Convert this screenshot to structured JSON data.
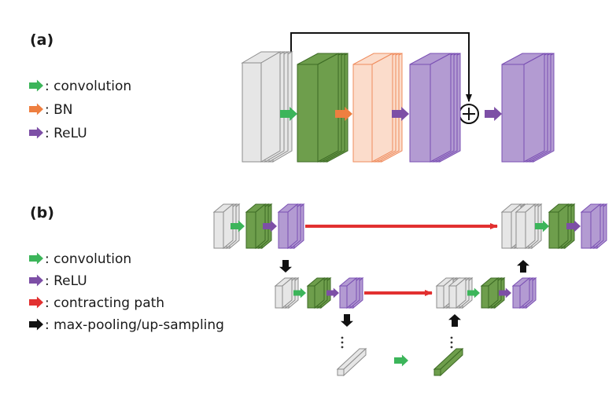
{
  "panel_a": {
    "label": "(a)",
    "legend": [
      {
        "text": ": convolution",
        "color": "#3cb55a"
      },
      {
        "text": ": BN",
        "color": "#ee7f40"
      },
      {
        "text": ": ReLU",
        "color": "#7d4fa6"
      }
    ]
  },
  "panel_b": {
    "label": "(b)",
    "legend": [
      {
        "text": ": convolution",
        "color": "#3cb55a"
      },
      {
        "text": ": ReLU",
        "color": "#7d4fa6"
      },
      {
        "text": ": contracting path",
        "color": "#e23030"
      },
      {
        "text": ": max-pooling/up-sampling",
        "color": "#111111"
      }
    ]
  },
  "colors": {
    "gray_face": "#e6e6e6",
    "gray_edge": "#8c8c8c",
    "green_face": "#6e9e4c",
    "green_edge": "#3c6a24",
    "peach_face": "#fbdccb",
    "peach_edge": "#ef8c5e",
    "purple_face": "#b39bd2",
    "purple_edge": "#7a4fb3",
    "arrow_green": "#3cb55a",
    "arrow_orange": "#ee7f40",
    "arrow_purple": "#7d4fa6",
    "arrow_red": "#e23030",
    "arrow_black": "#111111"
  },
  "icons": {
    "sum_node": "circle-plus-icon",
    "ellipsis": "vertical-ellipsis-icon"
  }
}
